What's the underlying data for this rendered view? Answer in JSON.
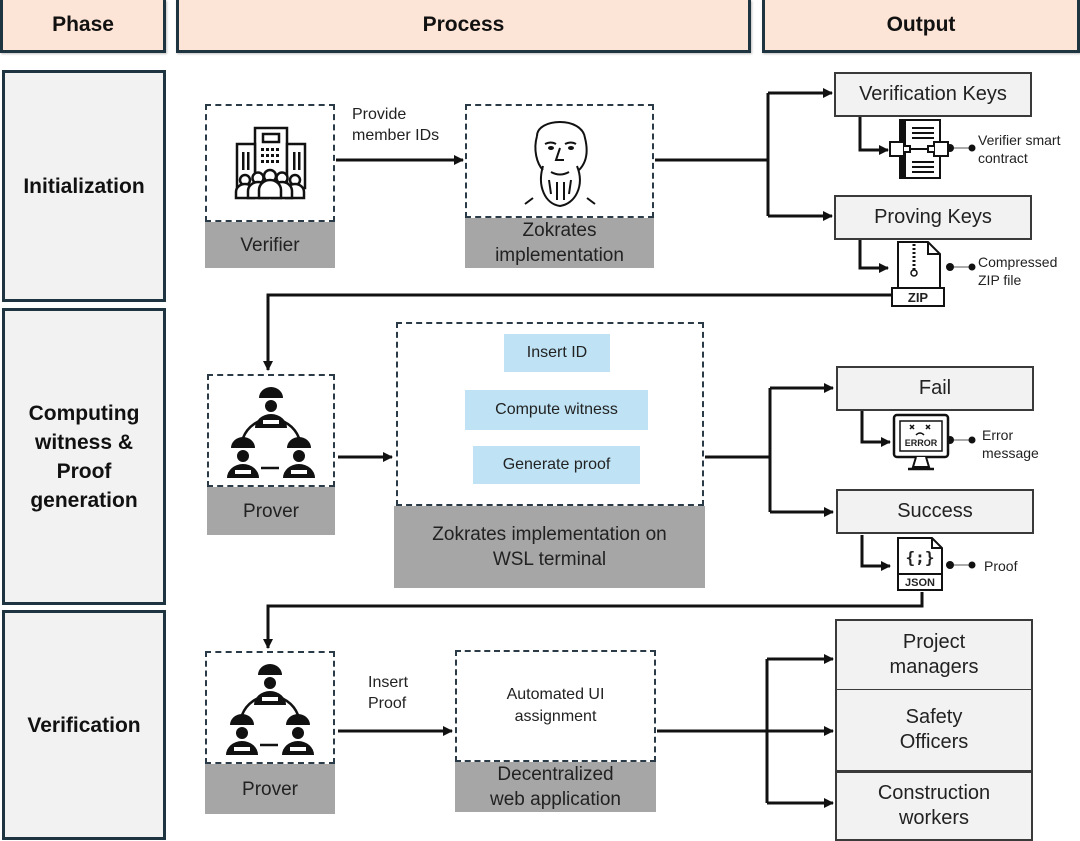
{
  "headers": {
    "phase": "Phase",
    "process": "Process",
    "output": "Output"
  },
  "phases": [
    {
      "label": "Initialization"
    },
    {
      "label": "Computing\nwitness &\nProof\ngeneration"
    },
    {
      "label": "Verification"
    }
  ],
  "initialization": {
    "verifier_label": "Verifier",
    "arrow_label": "Provide\nmember IDs",
    "zokrates_label": "Zokrates\nimplementation",
    "outputs": [
      {
        "label": "Verification Keys",
        "artifact": "Verifier smart\ncontract",
        "icon": "smart-contract-icon"
      },
      {
        "label": "Proving Keys",
        "artifact": "Compressed\nZIP file",
        "icon": "zip-file-icon",
        "icon_text": "ZIP"
      }
    ]
  },
  "computing": {
    "prover_label": "Prover",
    "steps": [
      "Insert ID",
      "Compute witness",
      "Generate proof"
    ],
    "container_label": "Zokrates implementation on\nWSL terminal",
    "outputs": [
      {
        "label": "Fail",
        "artifact": "Error\nmessage",
        "icon": "error-monitor-icon",
        "icon_text": "ERROR"
      },
      {
        "label": "Success",
        "artifact": "Proof",
        "icon": "json-file-icon",
        "icon_text": "JSON",
        "icon_glyph": "{;}"
      }
    ]
  },
  "verification": {
    "prover_label": "Prover",
    "arrow_label": "Insert\nProof",
    "app_inner": "Automated UI\nassignment",
    "app_label": "Decentralized\nweb application",
    "roles": [
      "Project\nmanagers",
      "Safety\nOfficers",
      "Construction\nworkers"
    ]
  },
  "colors": {
    "header_bg": "#fce4d6",
    "phase_bg": "#f2f2f2",
    "border": "#1f3441",
    "step_bg": "#bfe3f5",
    "caption_bg": "#a6a6a6"
  }
}
